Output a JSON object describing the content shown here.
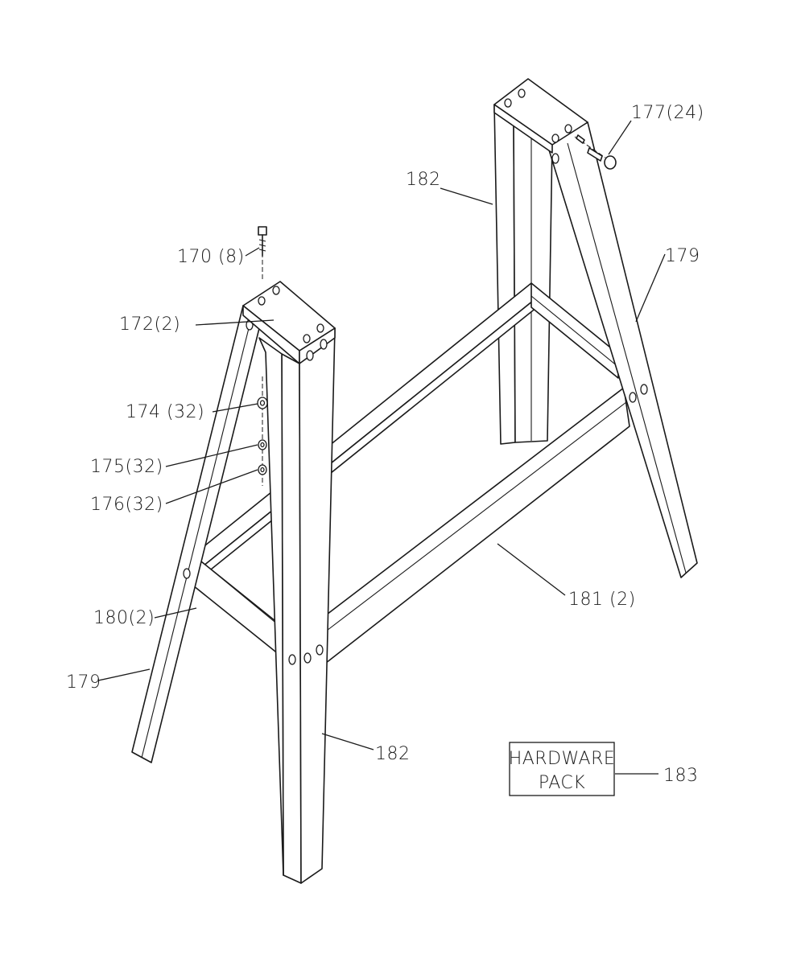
{
  "labels": {
    "l170": "170 (8)",
    "l172": "172(2)",
    "l174": "174 (32)",
    "l175": "175(32)",
    "l176": "176(32)",
    "l177": "177(24)",
    "l179a": "179",
    "l179b": "179",
    "l180": "180(2)",
    "l181": "181 (2)",
    "l182a": "182",
    "l182b": "182",
    "l183": "183"
  },
  "hardware_pack": {
    "line1": "HARDWARE",
    "line2": "PACK"
  }
}
